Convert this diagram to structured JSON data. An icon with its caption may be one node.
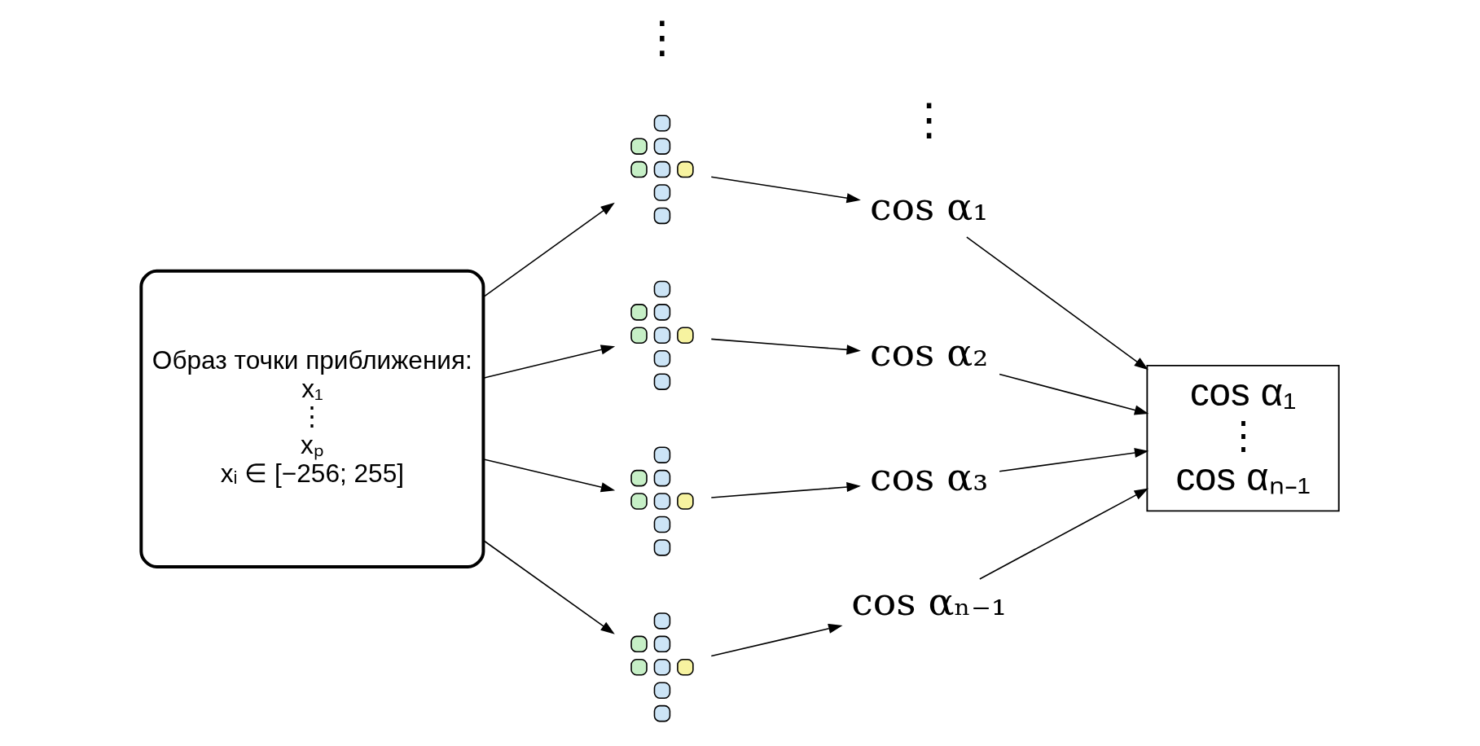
{
  "diagram": {
    "nodes": [
      {
        "text": [
          "Образ точки приближения:",
          "x₁",
          "⋮",
          "xₚ",
          "xᵢ ∈ [−256; 255]"
        ]
      },
      {
        "text": [],
        "shape": "picture"
      },
      {
        "text": [],
        "shape": "picture"
      },
      {
        "text": [],
        "shape": "picture"
      },
      {
        "text": [],
        "shape": "picture"
      },
      {
        "text": [
          "cos α₁"
        ]
      },
      {
        "text": [
          "cos α₂"
        ]
      },
      {
        "text": [
          "cos α₃"
        ]
      },
      {
        "text": [
          "cos αₙ₋₁"
        ]
      },
      {
        "text": [
          "cos α₁",
          "⋮",
          "cos αₙ₋₁"
        ]
      }
    ],
    "edges": [
      {
        "from": 0,
        "to": 1,
        "arrow": "to"
      },
      {
        "from": 0,
        "to": 2,
        "arrow": "to"
      },
      {
        "from": 0,
        "to": 3,
        "arrow": "to"
      },
      {
        "from": 0,
        "to": 4,
        "arrow": "to"
      },
      {
        "from": 1,
        "to": 5,
        "arrow": "to"
      },
      {
        "from": 2,
        "to": 6,
        "arrow": "to"
      },
      {
        "from": 3,
        "to": 7,
        "arrow": "to"
      },
      {
        "from": 4,
        "to": 8,
        "arrow": "to"
      },
      {
        "from": 5,
        "to": 9,
        "arrow": "to"
      },
      {
        "from": 6,
        "to": 9,
        "arrow": "to"
      },
      {
        "from": 7,
        "to": 9,
        "arrow": "to"
      },
      {
        "from": 8,
        "to": 9,
        "arrow": "to"
      }
    ],
    "labels": [
      "⋮",
      "⋮"
    ]
  }
}
